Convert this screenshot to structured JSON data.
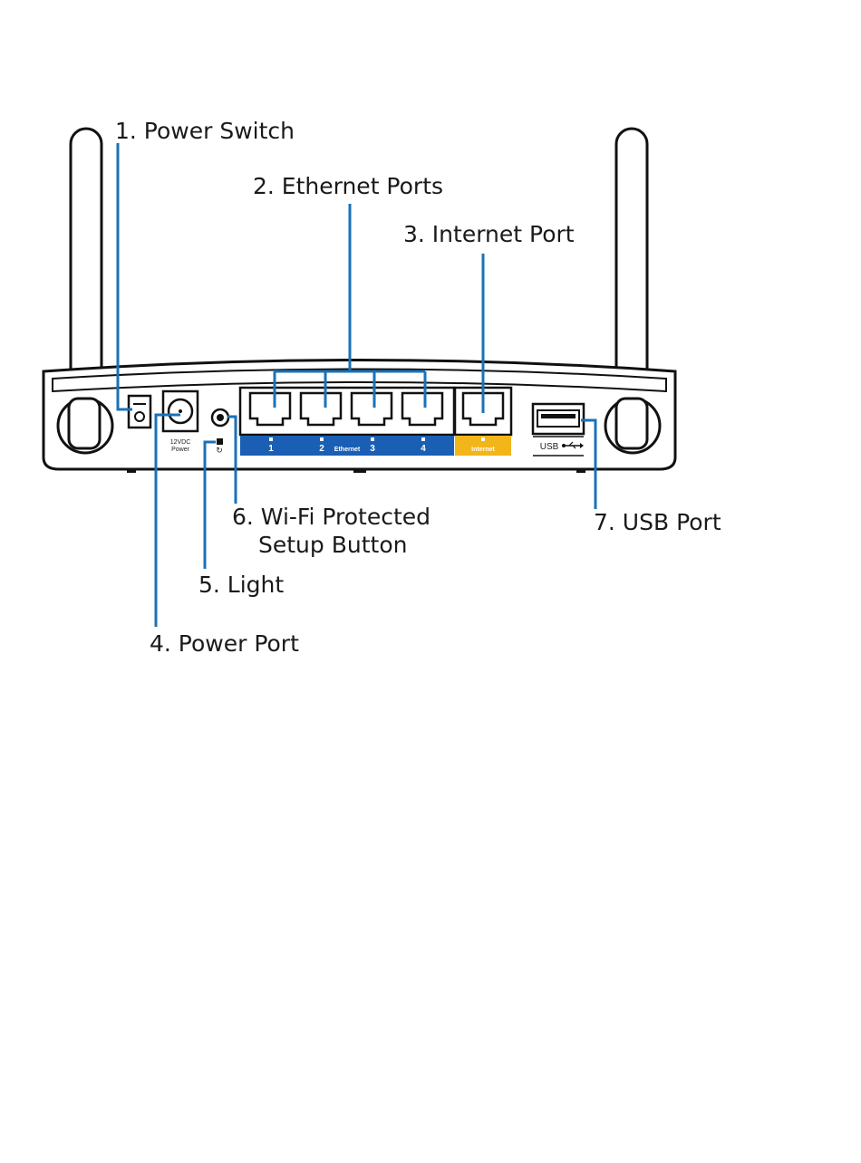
{
  "callouts": {
    "power_switch": "1. Power Switch",
    "ethernet_ports": "2. Ethernet Ports",
    "internet_port": "3. Internet Port",
    "power_port": "4. Power Port",
    "light": "5. Light",
    "wps_line1": "6. Wi-Fi Protected",
    "wps_line2": "Setup Button",
    "usb_port": "7. USB Port"
  },
  "device_labels": {
    "power_rating": "12VDC",
    "power": "Power",
    "ethernet": "Ethernet",
    "port_numbers": [
      "1",
      "2",
      "3",
      "4"
    ],
    "internet": "Internet",
    "usb": "USB"
  },
  "colors": {
    "leader": "#1a72b8",
    "ethernet_strip": "#1a5fb4",
    "internet_strip": "#f2b51a",
    "outline": "#111111"
  }
}
